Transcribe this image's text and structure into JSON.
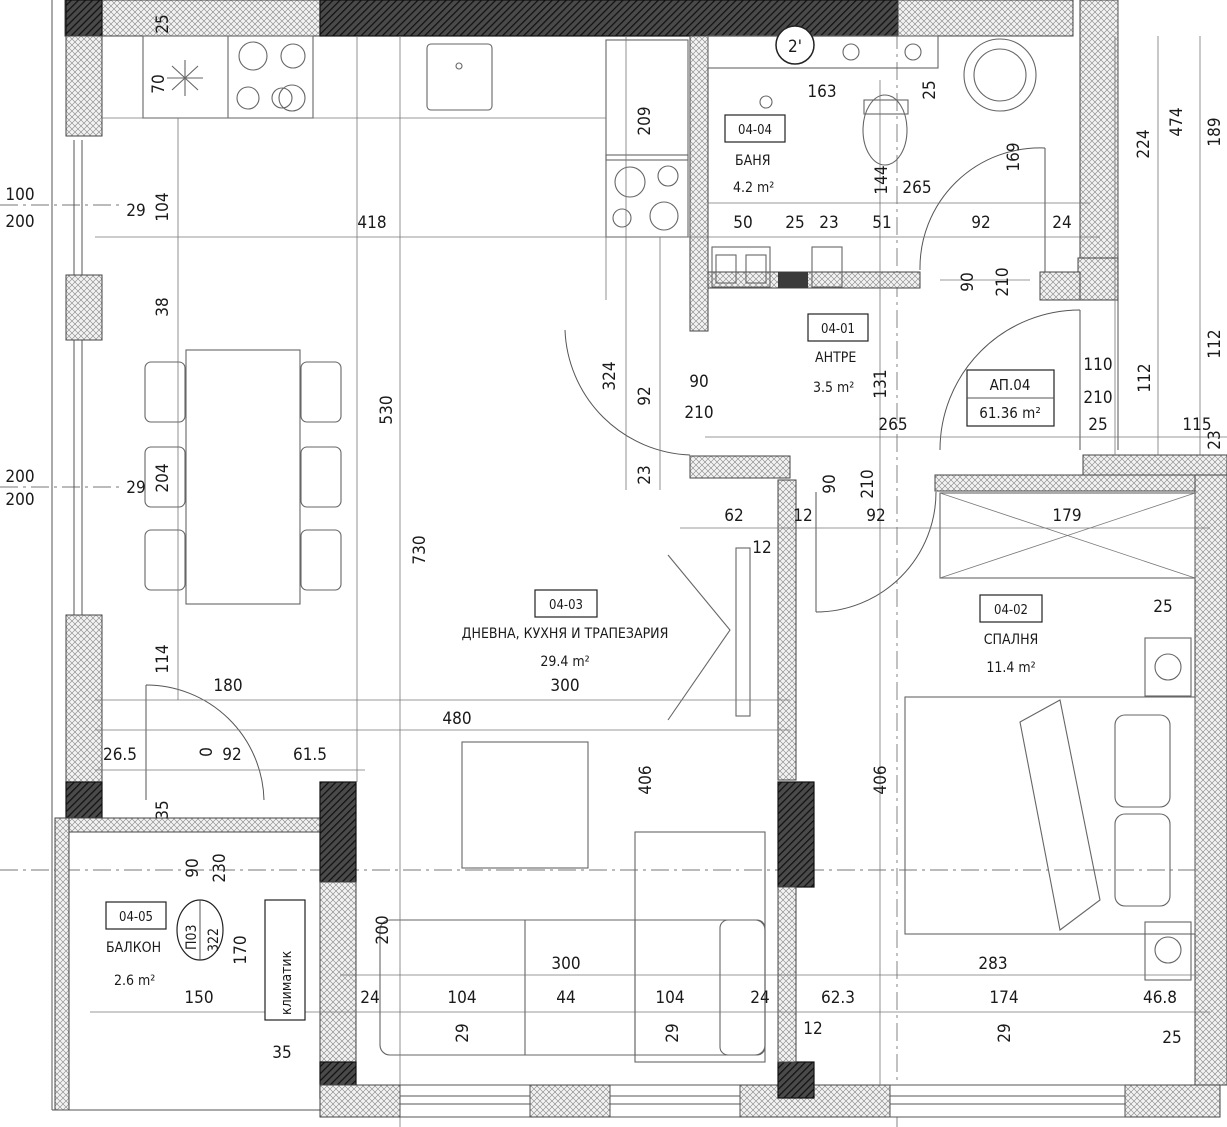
{
  "plan": {
    "apartment": {
      "code": "АП.04",
      "area": "61.36 m²"
    },
    "rooms": [
      {
        "id": "04-01",
        "name": "АНТРЕ",
        "area": "3.5 m²"
      },
      {
        "id": "04-02",
        "name": "СПАЛНЯ",
        "area": "11.4 m²"
      },
      {
        "id": "04-03",
        "name": "ДНЕВНА, КУХНЯ И ТРАПЕЗАРИЯ",
        "area": "29.4 m²"
      },
      {
        "id": "04-04",
        "name": "БАНЯ",
        "area": "4.2 m²"
      },
      {
        "id": "04-05",
        "name": "БАЛКОН",
        "area": "2.6 m²"
      }
    ],
    "marker_2": "2'",
    "climatic_label": "климатик",
    "po3": {
      "top": "П03",
      "bottom": "322"
    },
    "dims": {
      "d25_top": "25",
      "d70": "70",
      "d209": "209",
      "d163": "163",
      "d25_bath": "25",
      "d224": "224",
      "d474": "474",
      "d189": "189",
      "d169": "169",
      "d144": "144",
      "d265_a": "265",
      "d100": "100",
      "d200_a": "200",
      "d29_a": "29",
      "d104_a": "104",
      "d418": "418",
      "d50": "50",
      "d25_b": "25",
      "d23_a": "23",
      "d51": "51",
      "d92_a": "92",
      "d24_a": "24",
      "d90_a": "90",
      "d210_a": "210",
      "d38": "38",
      "d324": "324",
      "d92_b": "92",
      "d90_b": "90",
      "d210_b": "210",
      "d131": "131",
      "d110": "110",
      "d210_c": "210",
      "d112_a": "112",
      "d112_b": "112",
      "d530": "530",
      "d265_b": "265",
      "d25_c": "25",
      "d115": "115",
      "d23_b": "23",
      "d200_b": "200",
      "d200_c": "200",
      "d29_b": "29",
      "d204": "204",
      "d23_c": "23",
      "d90_c": "90",
      "d210_d": "210",
      "d62": "62",
      "d12_a": "12",
      "d92_c": "92",
      "d179": "179",
      "d12_b": "12",
      "d730": "730",
      "d25_d": "25",
      "d300_a": "300",
      "d114": "114",
      "d180": "180",
      "d480": "480",
      "d26_5": "26.5",
      "d0": "0",
      "d92_d": "92",
      "d61_5": "61.5",
      "d406_a": "406",
      "d406_b": "406",
      "d35_a": "35",
      "d90_d": "90",
      "d230": "230",
      "d170": "170",
      "d200_d": "200",
      "d300_b": "300",
      "d283": "283",
      "d150": "150",
      "d24_b": "24",
      "d104_b": "104",
      "d44": "44",
      "d104_c": "104",
      "d24_c": "24",
      "d62_3": "62.3",
      "d174": "174",
      "d46_8": "46.8",
      "d35_b": "35",
      "d29_c": "29",
      "d29_d": "29",
      "d12_c": "12",
      "d29_e": "29",
      "d25_e": "25"
    }
  }
}
